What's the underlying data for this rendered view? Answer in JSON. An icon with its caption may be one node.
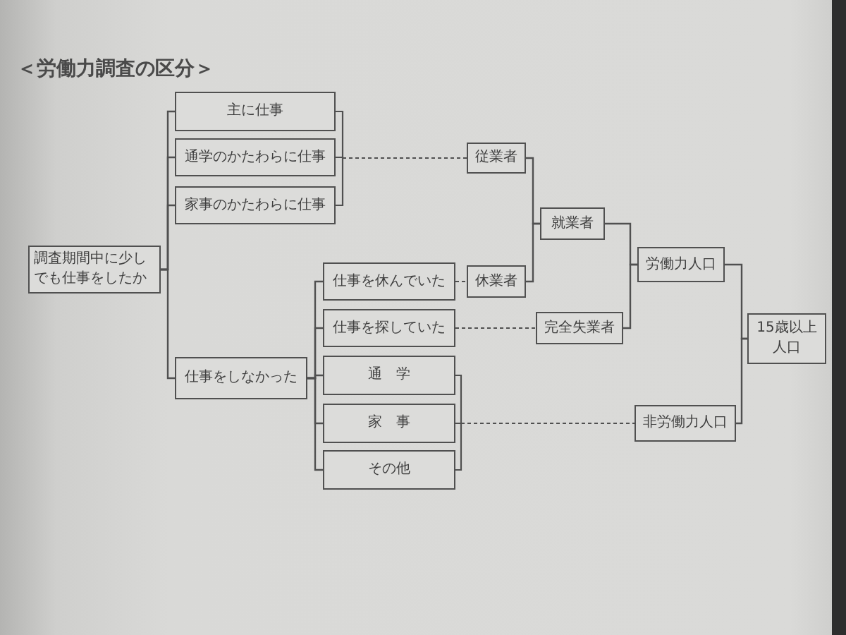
{
  "diagram": {
    "title": "＜労働力調査の区分＞",
    "nodes": [
      {
        "text": [
          "調査期間中に少しでも仕事をしたか"
        ]
      },
      {
        "text": [
          "主に仕事"
        ]
      },
      {
        "text": [
          "通学のかたわらに仕事"
        ]
      },
      {
        "text": [
          "家事のかたわらに仕事"
        ]
      },
      {
        "text": [
          "仕事を休んでいた"
        ]
      },
      {
        "text": [
          "仕事を探していた"
        ]
      },
      {
        "text": [
          "仕事をしなかった"
        ]
      },
      {
        "text": [
          "通　学"
        ]
      },
      {
        "text": [
          "家　事"
        ]
      },
      {
        "text": [
          "その他"
        ]
      },
      {
        "text": [
          "従業者"
        ]
      },
      {
        "text": [
          "休業者"
        ]
      },
      {
        "text": [
          "就業者"
        ]
      },
      {
        "text": [
          "完全失業者"
        ]
      },
      {
        "text": [
          "労働力人口"
        ]
      },
      {
        "text": [
          "非労働力人口"
        ]
      },
      {
        "text": [
          "15歳以上人口"
        ]
      }
    ],
    "edges": [
      {
        "from": 0,
        "to": 1,
        "arrow": "none"
      },
      {
        "from": 0,
        "to": 2,
        "arrow": "none"
      },
      {
        "from": 0,
        "to": 3,
        "arrow": "none"
      },
      {
        "from": 0,
        "to": 6,
        "arrow": "none"
      },
      {
        "from": 1,
        "to": 10,
        "arrow": "none",
        "style": "dashed"
      },
      {
        "from": 2,
        "to": 10,
        "arrow": "none",
        "style": "dashed"
      },
      {
        "from": 3,
        "to": 10,
        "arrow": "none",
        "style": "dashed"
      },
      {
        "from": 6,
        "to": 4,
        "arrow": "none"
      },
      {
        "from": 6,
        "to": 5,
        "arrow": "none"
      },
      {
        "from": 6,
        "to": 7,
        "arrow": "none"
      },
      {
        "from": 6,
        "to": 8,
        "arrow": "none"
      },
      {
        "from": 6,
        "to": 9,
        "arrow": "none"
      },
      {
        "from": 4,
        "to": 11,
        "arrow": "none",
        "style": "dashed"
      },
      {
        "from": 5,
        "to": 13,
        "arrow": "none",
        "style": "dashed"
      },
      {
        "from": 7,
        "to": 15,
        "arrow": "none",
        "style": "dashed"
      },
      {
        "from": 8,
        "to": 15,
        "arrow": "none",
        "style": "dashed"
      },
      {
        "from": 9,
        "to": 15,
        "arrow": "none",
        "style": "dashed"
      },
      {
        "from": 10,
        "to": 12,
        "arrow": "none"
      },
      {
        "from": 11,
        "to": 12,
        "arrow": "none"
      },
      {
        "from": 12,
        "to": 14,
        "arrow": "none"
      },
      {
        "from": 13,
        "to": 14,
        "arrow": "none"
      },
      {
        "from": 14,
        "to": 16,
        "arrow": "none"
      },
      {
        "from": 15,
        "to": 16,
        "arrow": "none"
      }
    ]
  }
}
